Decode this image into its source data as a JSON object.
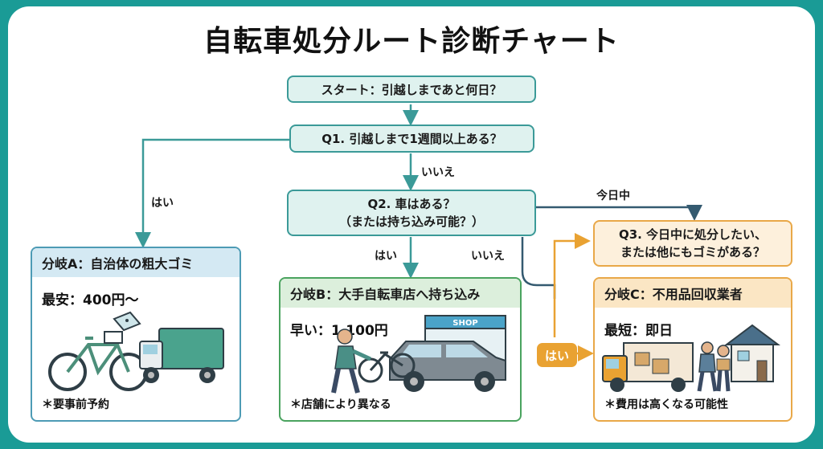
{
  "title": "自転車処分ルート診断チャート",
  "nodes": {
    "start": "スタート：引越しまであと何日？",
    "q1": "Q1. 引越しまで1週間以上ある？",
    "q2_line1": "Q2. 車はある？",
    "q2_line2": "（または持ち込み可能？）",
    "q3_line1": "Q3. 今日中に処分したい、",
    "q3_line2": "または他にもゴミがある？"
  },
  "edges": {
    "q1_yes": "はい",
    "q1_no": "いいえ",
    "q2_yes": "はい",
    "q2_no": "いいえ",
    "q2_today": "今日中",
    "q3_yes": "はい"
  },
  "branches": {
    "a": {
      "title": "分岐A：自治体の粗大ゴミ",
      "price": "最安：400円〜",
      "note": "＊要事前予約",
      "color": "#4d9bb5"
    },
    "b": {
      "title": "分岐B：大手自転車店へ持ち込み",
      "price": "早い：1,100円",
      "note": "＊店舗により異なる",
      "shop_sign": "SHOP",
      "color": "#4aa35f"
    },
    "c": {
      "title": "分岐C：不用品回収業者",
      "price": "最短：即日",
      "note": "＊費用は高くなる可能性",
      "color": "#e9a848"
    }
  },
  "icons": [
    "bicycle-icon",
    "price-tag-icon",
    "garbage-truck-icon",
    "person-icon",
    "suv-icon",
    "shop-icon",
    "moving-truck-icon",
    "worker-icon",
    "house-icon"
  ],
  "colors": {
    "frame": "#1a9b96",
    "node_fill": "#dff2ef",
    "node_border": "#3b9a98",
    "accent_orange": "#e9a232"
  }
}
